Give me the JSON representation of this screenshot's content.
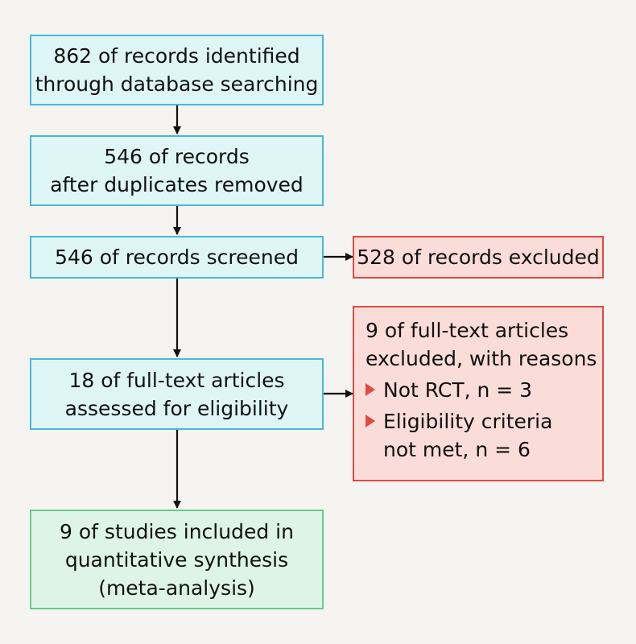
{
  "flow_diagram": {
    "records_identified": {
      "line1": "862 of records identified",
      "line2": "through database searching"
    },
    "after_duplicates": {
      "line1": "546 of records",
      "line2": "after duplicates removed"
    },
    "screened": {
      "text": "546 of records screened"
    },
    "excluded_records": {
      "text": "528 of records excluded"
    },
    "fulltext_assessed": {
      "line1": "18 of full-text articles",
      "line2": "assessed for eligibility"
    },
    "fulltext_excluded": {
      "line1": "9 of full-text articles",
      "line2": "excluded, with reasons",
      "reasons": [
        {
          "line1": "Not RCT, n = 3"
        },
        {
          "line1": "Eligibility criteria",
          "line2": "not met, n = 6"
        }
      ]
    },
    "included": {
      "line1": "9 of studies included in",
      "line2": "quantitative synthesis",
      "line3": "(meta-analysis)"
    }
  },
  "colors": {
    "background": "#f5f4f0",
    "blue_fill": "#dff6f7",
    "blue_border": "#45b9dc",
    "red_fill": "#fadcd8",
    "red_border": "#df4a43",
    "green_fill": "#def4e6",
    "green_border": "#67cc87",
    "arrow": "#111111"
  }
}
